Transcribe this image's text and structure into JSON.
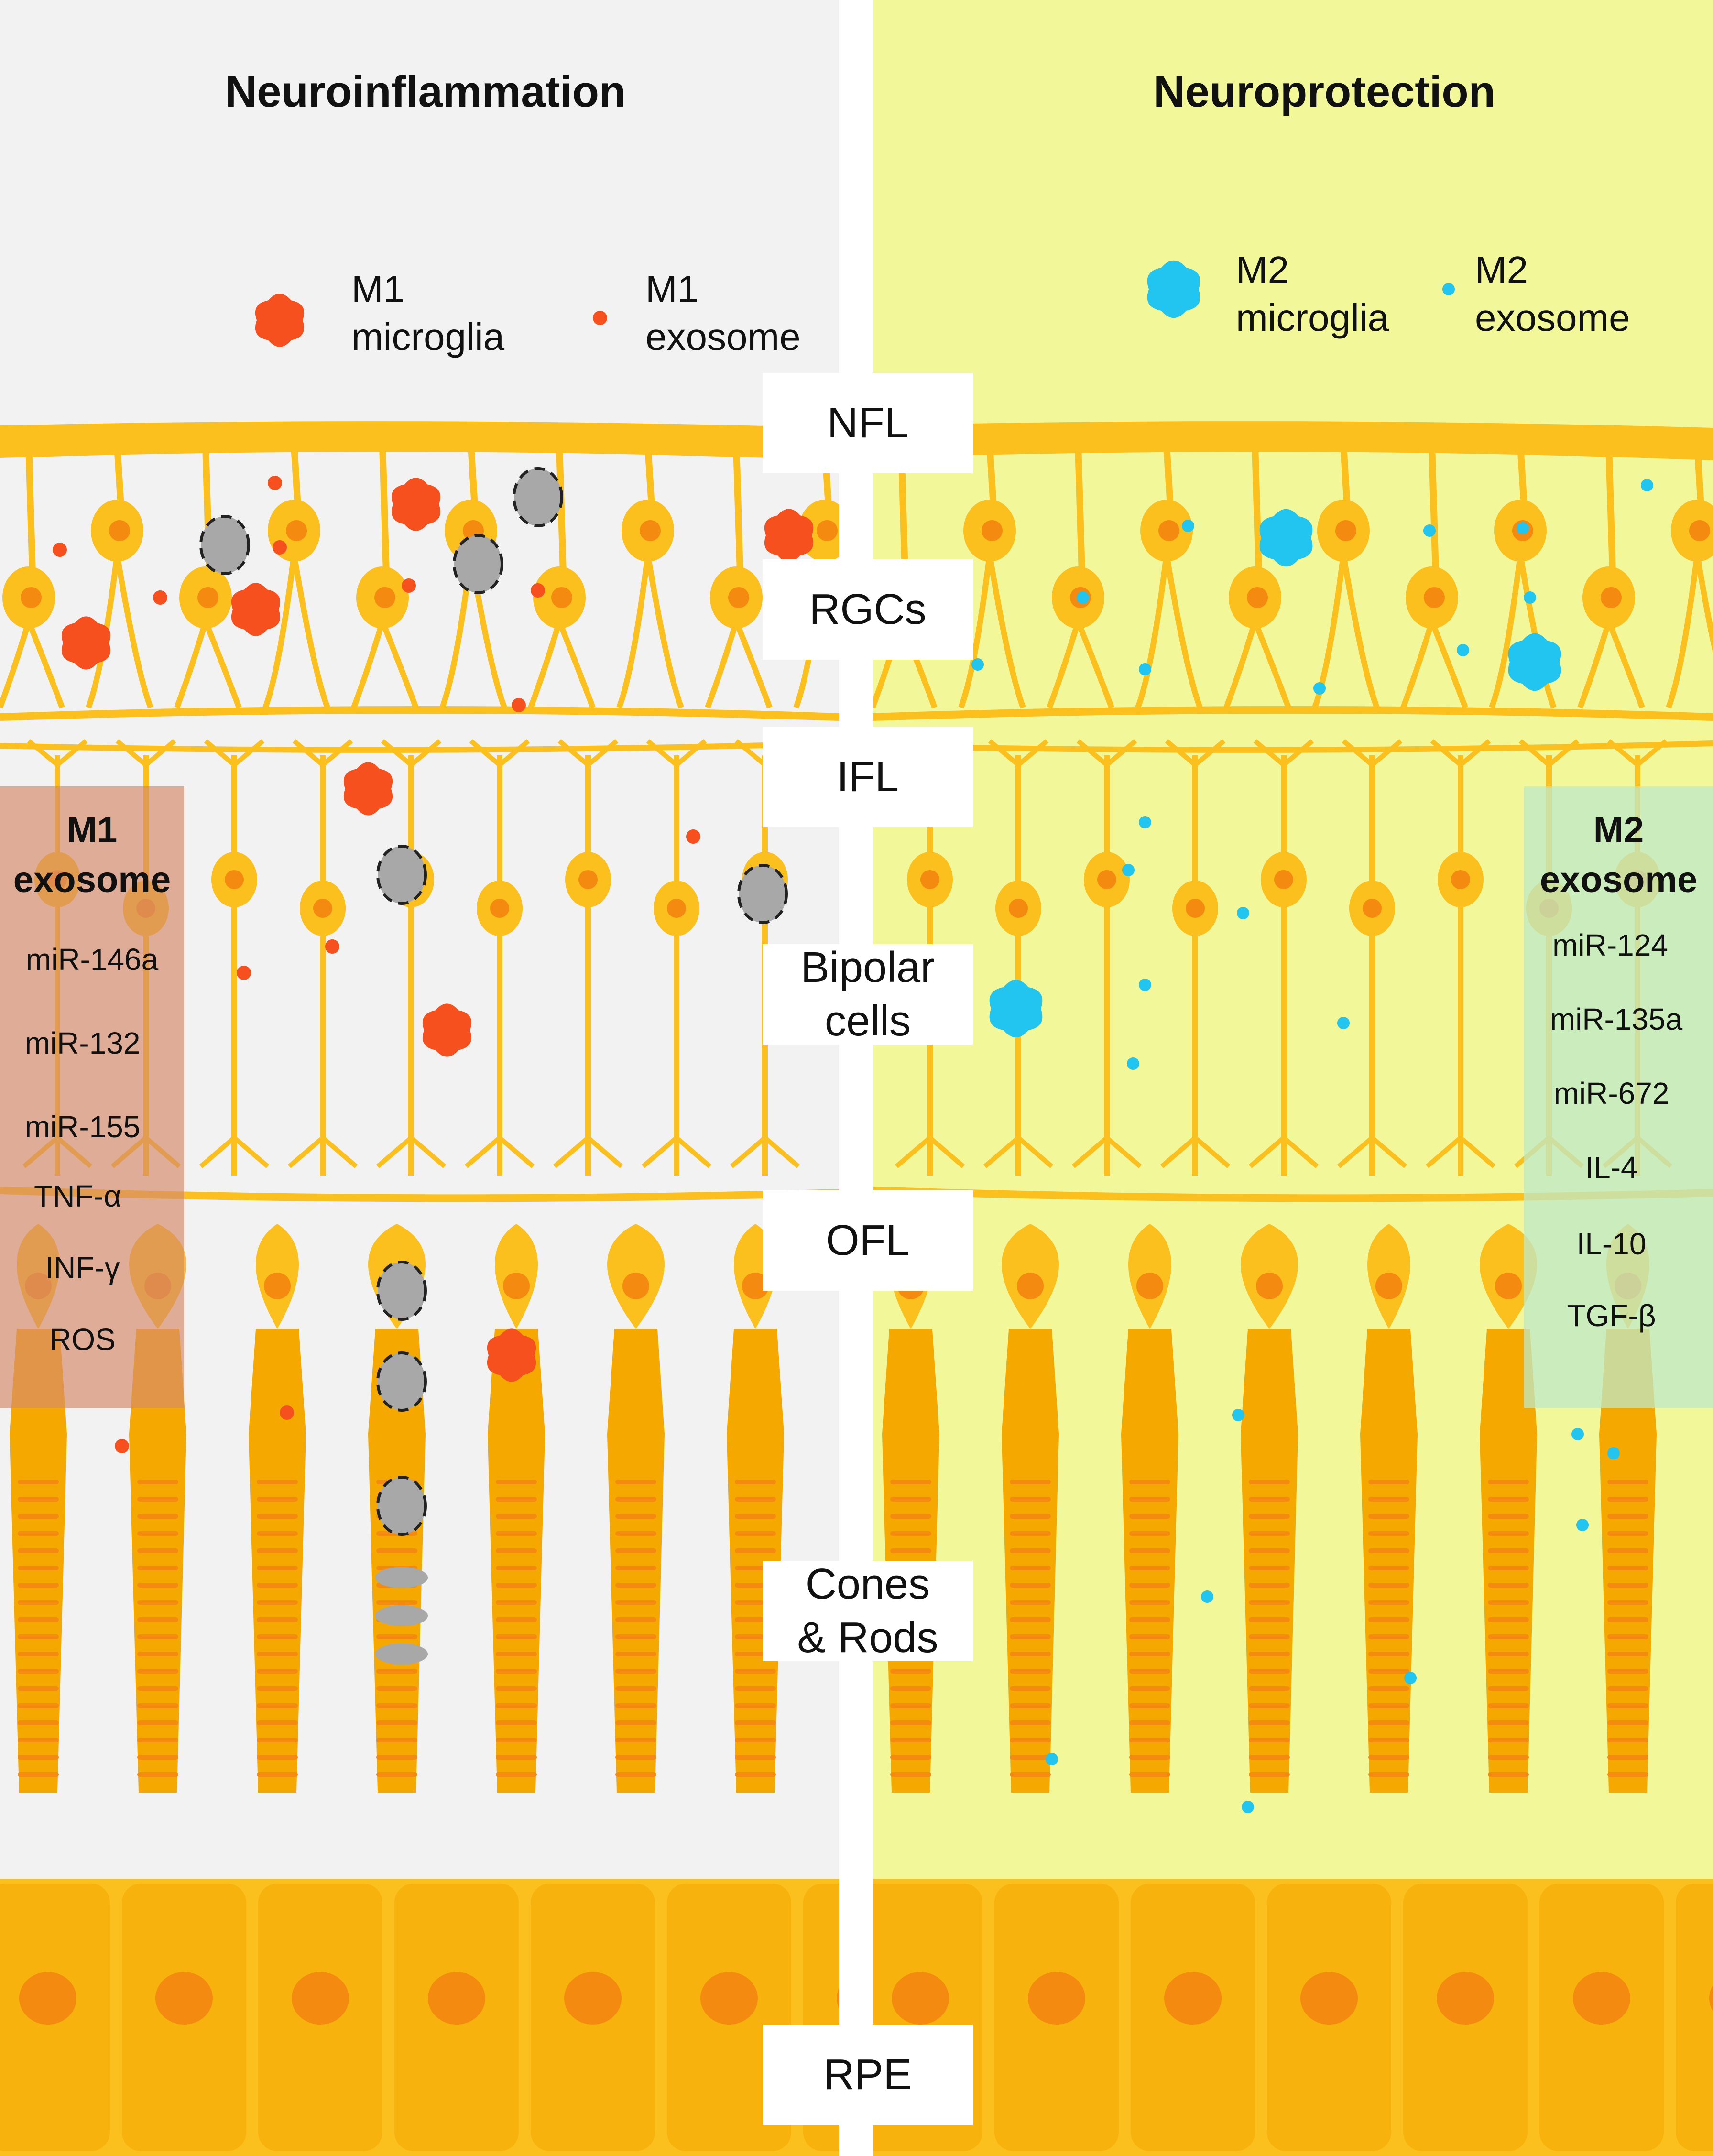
{
  "panels": {
    "left_title": "Neuroinflammation",
    "right_title": "Neuroprotection"
  },
  "legend": {
    "m1_microglia": [
      "M1",
      "microglia"
    ],
    "m1_exosome": [
      "M1",
      "exosome"
    ],
    "m2_microglia": [
      "M2",
      "microglia"
    ],
    "m2_exosome": [
      "M2",
      "exosome"
    ]
  },
  "layers": [
    {
      "id": "nfl",
      "lines": [
        "NFL"
      ]
    },
    {
      "id": "rgcs",
      "lines": [
        "RGCs"
      ]
    },
    {
      "id": "ifl",
      "lines": [
        "IFL"
      ]
    },
    {
      "id": "bipolar",
      "lines": [
        "Bipolar",
        "cells"
      ]
    },
    {
      "id": "ofl",
      "lines": [
        "OFL"
      ]
    },
    {
      "id": "cones",
      "lines": [
        "Cones",
        "& Rods"
      ]
    },
    {
      "id": "rpe",
      "lines": [
        "RPE"
      ]
    }
  ],
  "m1_box": {
    "title": [
      "M1",
      "exosome"
    ],
    "items": [
      "miR-146a",
      "miR-132",
      "miR-155",
      "TNF-α",
      "INF-γ",
      "ROS"
    ]
  },
  "m2_box": {
    "title": [
      "M2",
      "exosome"
    ],
    "items": [
      "miR-124",
      "miR-135a",
      "miR-672",
      "IL-4",
      "IL-10",
      "TGF-β"
    ]
  },
  "colors": {
    "left_bg": "#f2f2f2",
    "right_bg": "#f2f79a",
    "cell": "#fbbf1e",
    "cell_dark": "#f5a800",
    "nucleus": "#f58a10",
    "m1": "#f5501e",
    "m2": "#22c4f0",
    "degenerating": "#a8a8a8",
    "m1_box": "#dea88a",
    "m2_box": "#cdecc8"
  }
}
